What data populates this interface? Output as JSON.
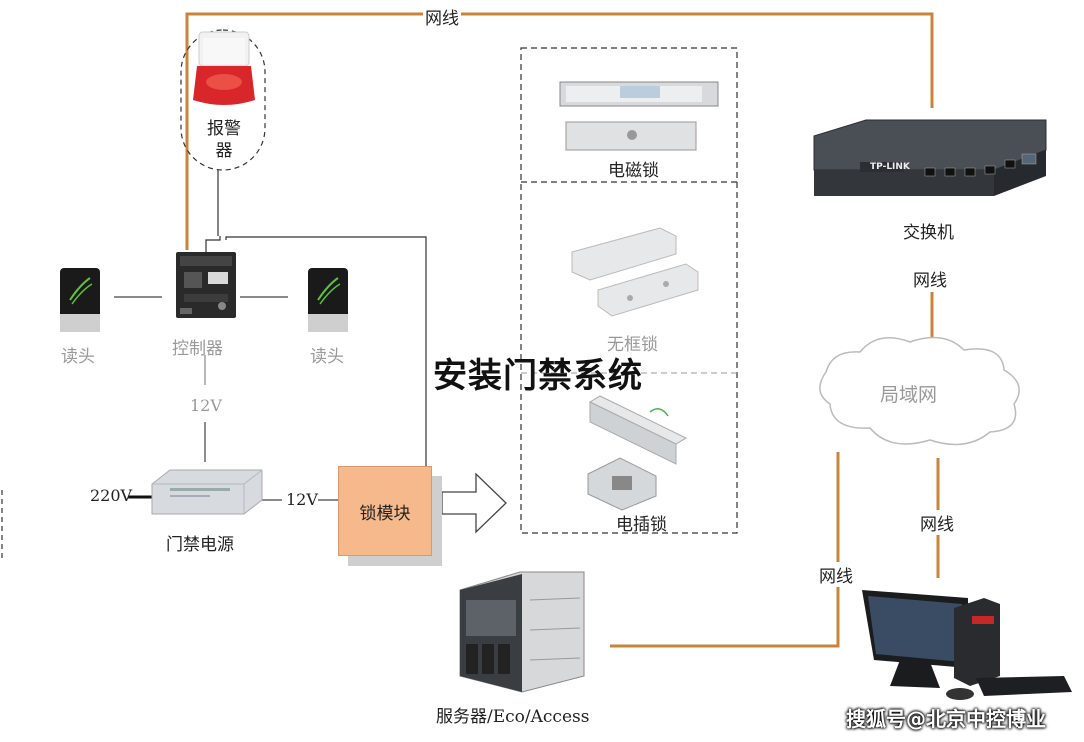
{
  "title": "安装门禁系统",
  "labels": {
    "net_top": "网线",
    "alarm": "报警器",
    "reader_left": "读头",
    "controller": "控制器",
    "reader_right": "读头",
    "v12_vertical": "12V",
    "v220": "220V",
    "v12_horizontal": "12V",
    "power": "门禁电源",
    "lock_module": "锁模块",
    "mag_lock": "电磁锁",
    "frameless_lock": "无框锁",
    "bolt_lock": "电插锁",
    "switch": "交换机",
    "net_switch": "网线",
    "lan": "局域网",
    "net_right": "网线",
    "net_server": "网线",
    "server": "服务器/Eco/Access"
  },
  "watermark": "搜狐号@北京中控博业",
  "device_text": {
    "switch_brand": "TP-LINK"
  },
  "colors": {
    "cable_orange": "#c8853a",
    "lock_module_fill": "#f6b98b"
  }
}
